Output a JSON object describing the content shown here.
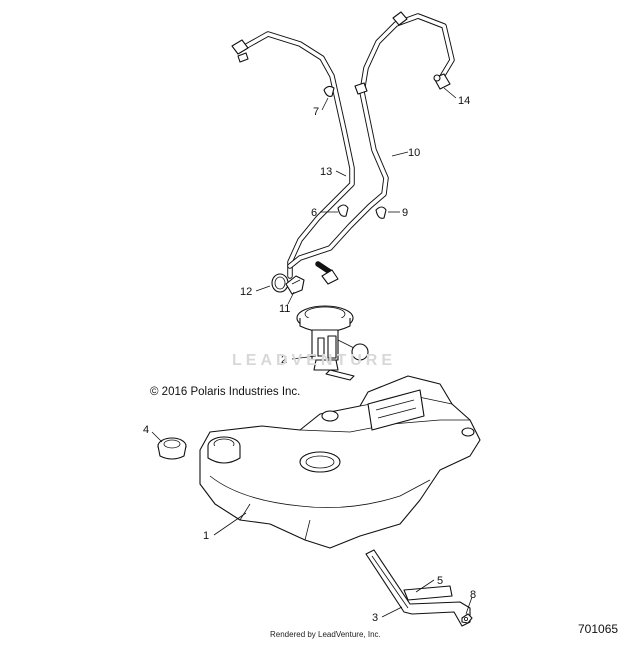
{
  "copyright": "© 2016 Polaris Industries Inc.",
  "figure_id": "701065",
  "render_credit": "Rendered by LeadVenture, Inc.",
  "watermark": "LEADVENTURE",
  "callouts": [
    {
      "id": "1",
      "part": "fuel-tank"
    },
    {
      "id": "2",
      "part": "fuel-pump-assembly"
    },
    {
      "id": "3",
      "part": "tank-strap"
    },
    {
      "id": "4",
      "part": "fuel-cap"
    },
    {
      "id": "5",
      "part": "strap-pad"
    },
    {
      "id": "6",
      "part": "hose-clip"
    },
    {
      "id": "7",
      "part": "hose-clip-upper"
    },
    {
      "id": "8",
      "part": "strap-fastener"
    },
    {
      "id": "9",
      "part": "hose-clip-right"
    },
    {
      "id": "10",
      "part": "vent-line"
    },
    {
      "id": "11",
      "part": "pump-retainer-clip"
    },
    {
      "id": "12",
      "part": "hose-clamp"
    },
    {
      "id": "13",
      "part": "fuel-line"
    },
    {
      "id": "14",
      "part": "check-valve"
    }
  ]
}
